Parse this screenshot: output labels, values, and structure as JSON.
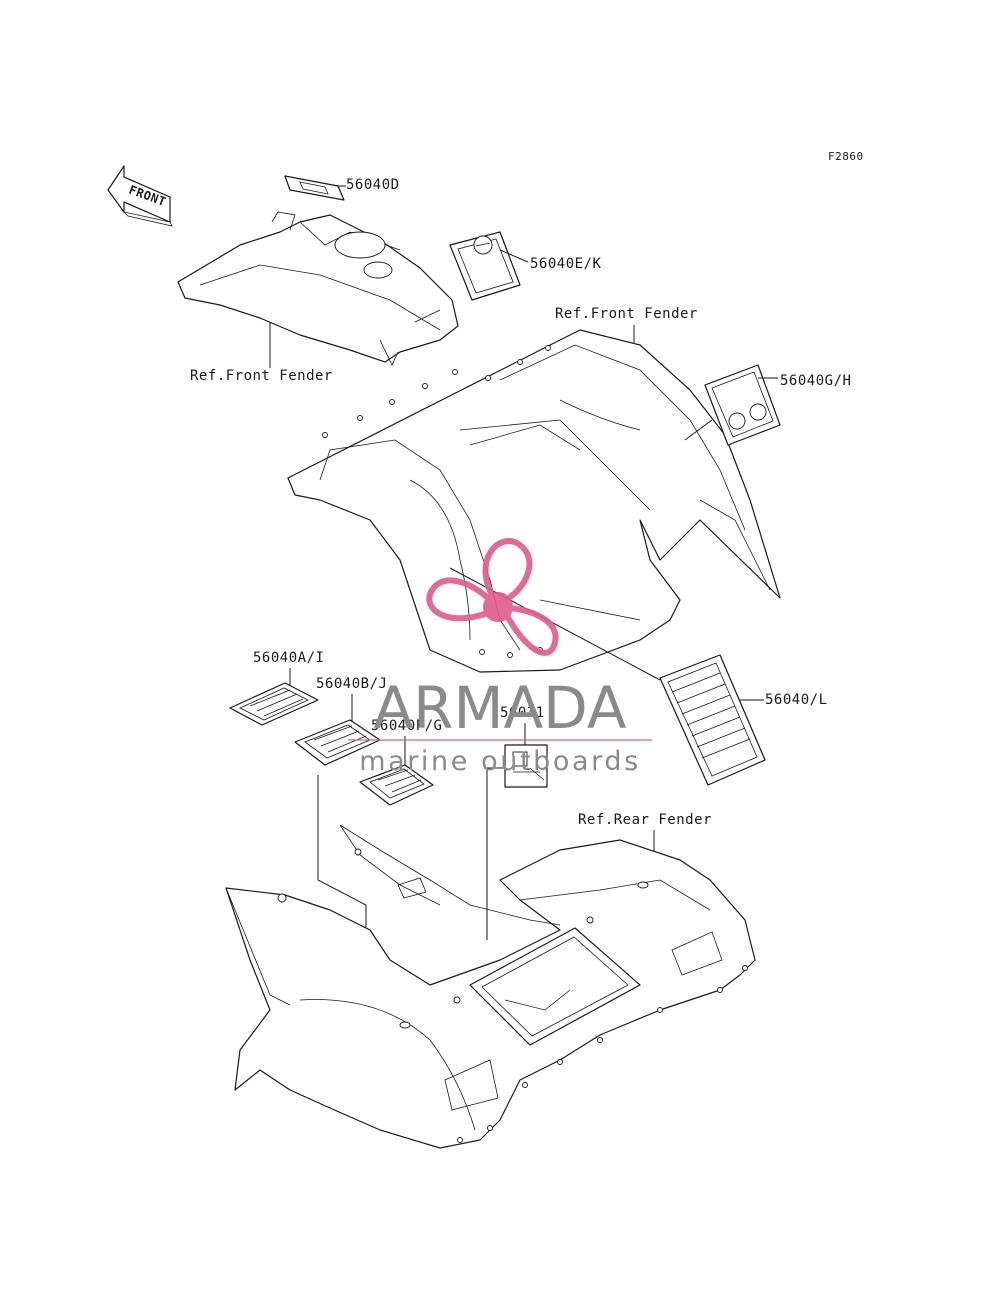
{
  "figure_id": "F2860",
  "front_arrow": {
    "text": "FRONT"
  },
  "part_labels": {
    "p56040d": "56040D",
    "p56040ek": "56040E/K",
    "p56040gh": "56040G/H",
    "p56040l": "56040/L",
    "p56040ai": "56040A/I",
    "p56040bj": "56040B/J",
    "p56040fg": "56040F/G",
    "p56031": "56031"
  },
  "ref_labels": {
    "front_fender_left": "Ref.Front Fender",
    "front_fender_right": "Ref.Front Fender",
    "rear_fender": "Ref.Rear Fender"
  },
  "watermark": {
    "brand": "ARMADA",
    "tagline": "marine outboards",
    "logo_color": "#e05a8c",
    "text_color": "#8a8a8a"
  }
}
